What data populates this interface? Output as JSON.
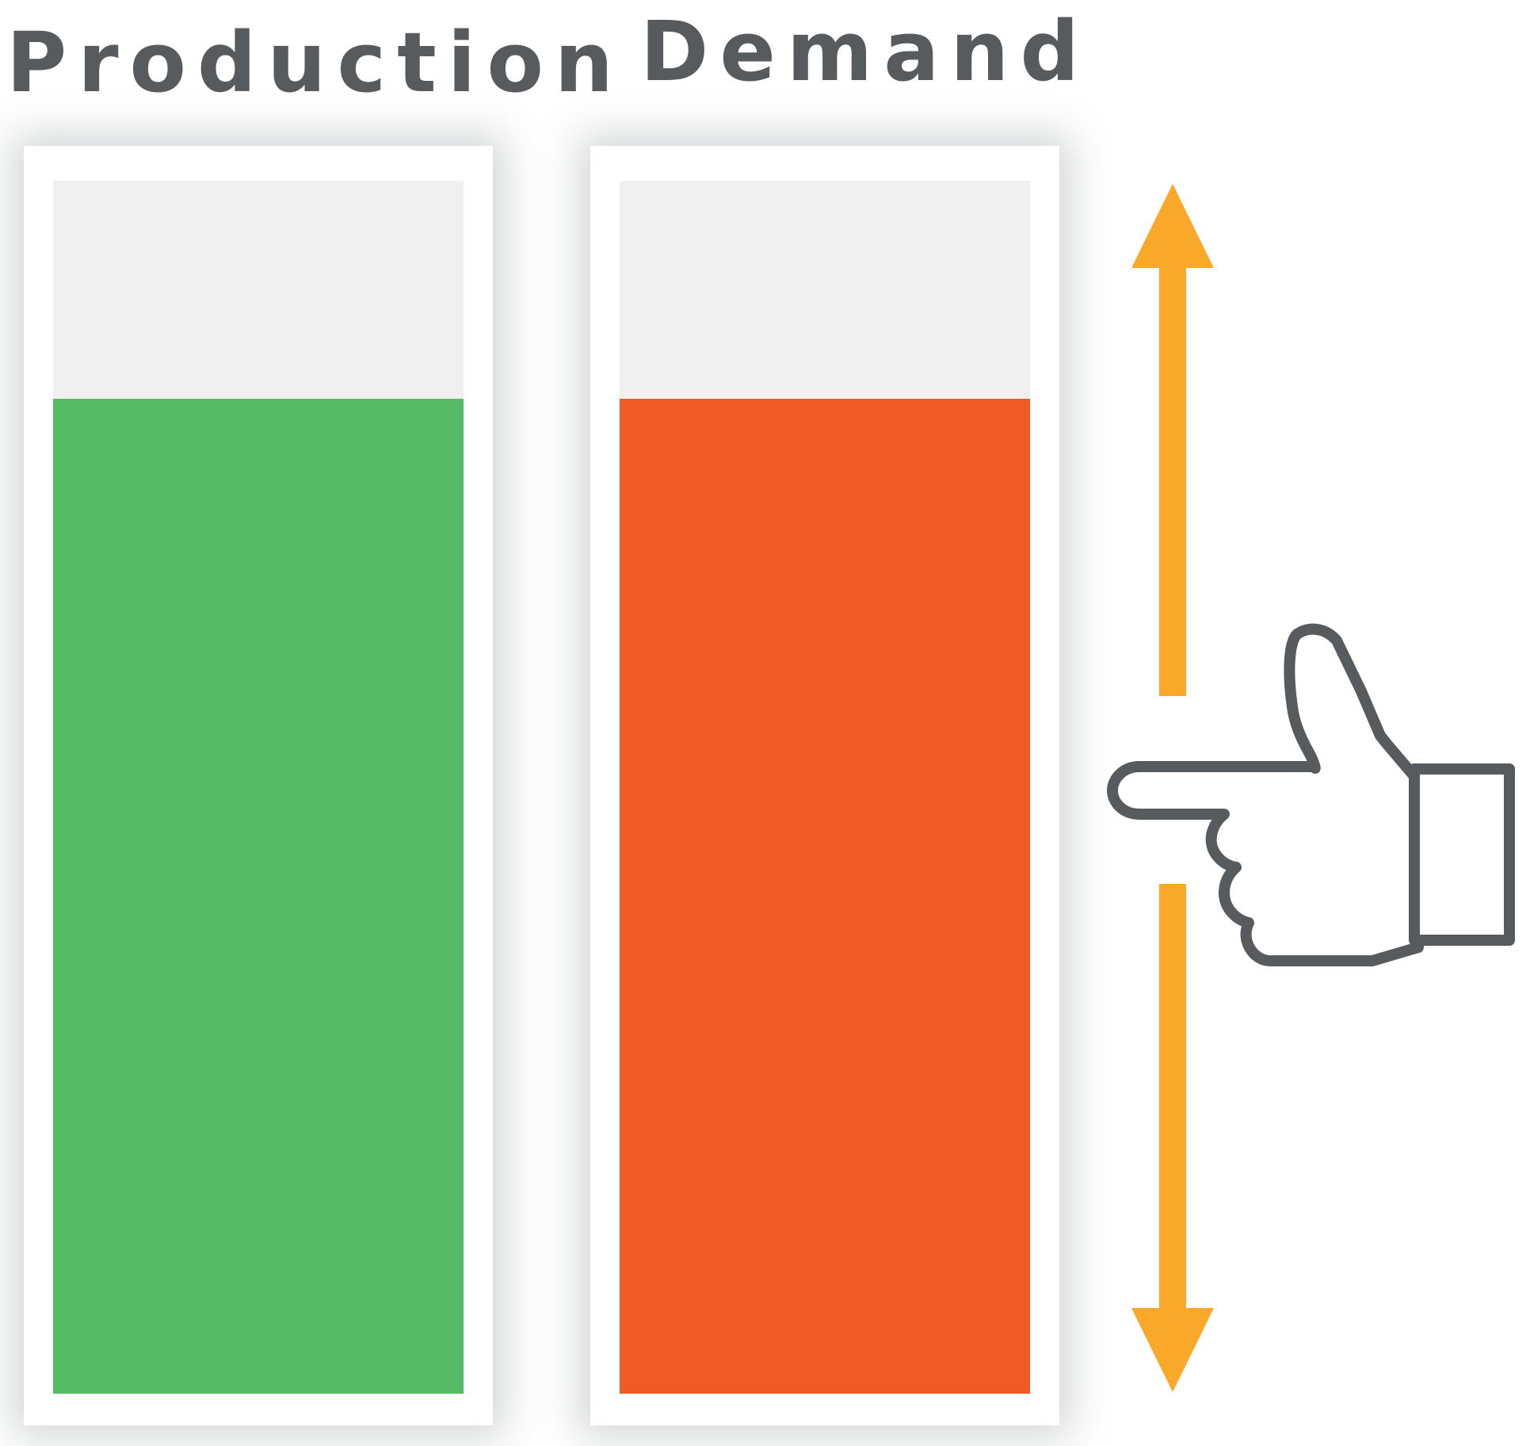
{
  "labels": {
    "production": "Production",
    "demand": "Demand"
  },
  "tanks": {
    "production": {
      "level": 0.82,
      "color": "#55bb64"
    },
    "demand": {
      "level": 0.82,
      "color": "#f05a26"
    }
  },
  "colors": {
    "label_text": "#575b5e",
    "well_background": "#f0f0f0",
    "arrow": "#f9a82a",
    "hand_outline": "#575b5e"
  },
  "icons": {
    "arrow": "up-down-arrow-icon",
    "hand": "pointing-hand-icon"
  }
}
